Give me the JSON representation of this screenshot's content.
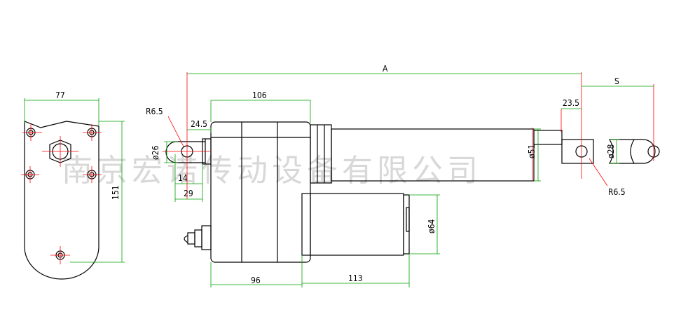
{
  "drawing": {
    "watermark": "南京宏诺传动设备有限公司",
    "colors": {
      "outline": "#000000",
      "dimension": "#ff0000",
      "extension": "#00a000",
      "watermark": "#d8d8d8"
    },
    "labels": {
      "width_77": "77",
      "height_151": "151",
      "r65_left": "R6.5",
      "d245": "24.5",
      "d106": "106",
      "A": "A",
      "S": "S",
      "d235": "23.5",
      "phi26": "ø26",
      "d14": "14",
      "d29": "29",
      "phi51": "ø51",
      "phi28": "ø28",
      "r65_right": "R6.5",
      "phi64": "ø64",
      "d96": "96",
      "d113": "113"
    }
  }
}
